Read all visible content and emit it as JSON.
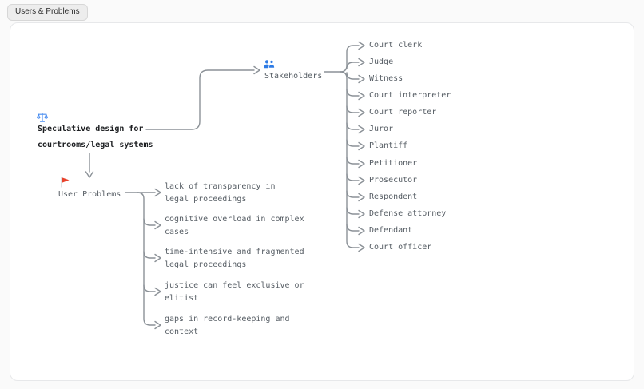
{
  "tab": {
    "label": "Users & Problems"
  },
  "root": {
    "icon": "scales-of-justice-icon",
    "line1": "Speculative design for",
    "line2": "courtrooms/legal systems"
  },
  "stakeholders": {
    "icon": "people-icon",
    "label": "Stakeholders",
    "items": [
      "Court clerk",
      "Judge",
      "Witness",
      "Court interpreter",
      "Court reporter",
      "Juror",
      "Plantiff",
      "Petitioner",
      "Prosecutor",
      "Respondent",
      "Defense attorney",
      "Defendant",
      "Court officer"
    ]
  },
  "user_problems": {
    "icon": "red-flag-icon",
    "label": "User Problems",
    "items": [
      {
        "lines": [
          "lack of transparency in",
          "legal proceedings"
        ]
      },
      {
        "lines": [
          "cognitive overload in complex",
          "cases"
        ]
      },
      {
        "lines": [
          "time-intensive and fragmented",
          "legal proceedings"
        ]
      },
      {
        "lines": [
          "justice can feel exclusive or",
          "elitist"
        ]
      },
      {
        "lines": [
          "gaps in record-keeping and",
          "context"
        ]
      }
    ]
  },
  "colors": {
    "connector_gray": "#8b9197",
    "label_gray": "#565d64",
    "root_text": "#1c1e21",
    "icon_blue": "#2e7be5",
    "flag_red": "#e8432d",
    "canvas_border": "#e7e8ea"
  }
}
